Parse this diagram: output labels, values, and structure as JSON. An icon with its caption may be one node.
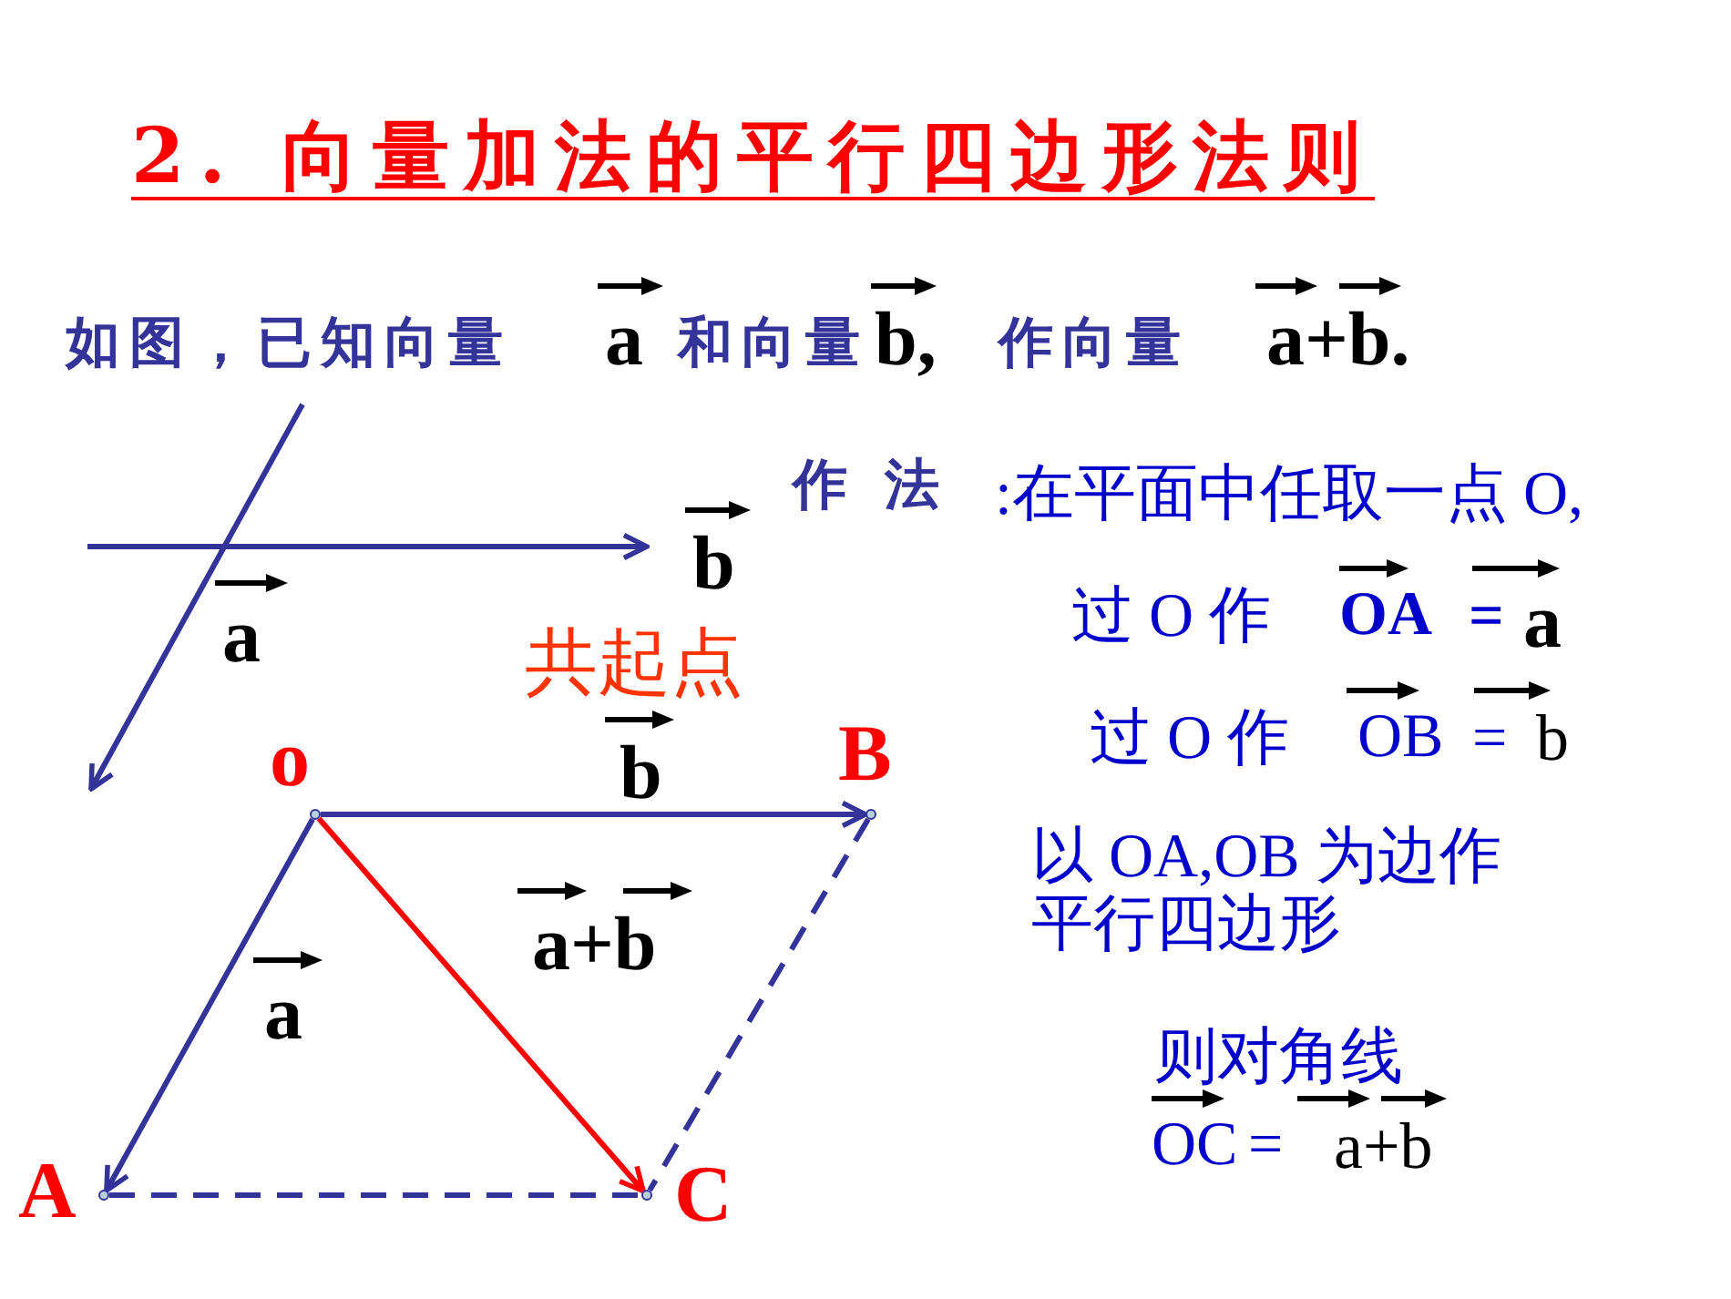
{
  "diagram": {
    "title": "2. 向量加法的平行四边形法则",
    "nodes": [
      {
        "text": [],
        "shape": "circle",
        "beside": [
          "o"
        ]
      },
      {
        "text": [],
        "shape": "circle",
        "beside": [
          "B"
        ]
      },
      {
        "text": [],
        "shape": "circle",
        "beside": [
          "A"
        ]
      },
      {
        "text": [],
        "shape": "circle",
        "beside": [
          "C"
        ]
      }
    ],
    "edges": [
      {
        "from": 0,
        "to": 1,
        "arrow": "to",
        "label": "b"
      },
      {
        "from": 0,
        "to": 2,
        "arrow": "to",
        "label": "a"
      },
      {
        "from": 0,
        "to": 3,
        "arrow": "to",
        "label": "a+b",
        "color": "#ff0000"
      },
      {
        "from": 2,
        "to": 3,
        "arrow": "none",
        "style": "dashed"
      },
      {
        "from": 1,
        "to": 3,
        "arrow": "none",
        "style": "dashed"
      }
    ],
    "labels": [
      "如图，已知向量",
      "a",
      "和向量",
      "b,",
      "作向量",
      "a+b.",
      "作 法",
      ":在平面中任取一点 O,",
      "b",
      "a",
      "共起点",
      "过 O 作",
      "OA",
      "=",
      "a",
      "过 O 作",
      "OB",
      "=",
      "b",
      "以 OA,OB 为边作平行四边形",
      "则对角线",
      "OC",
      "=",
      "a+b"
    ]
  }
}
